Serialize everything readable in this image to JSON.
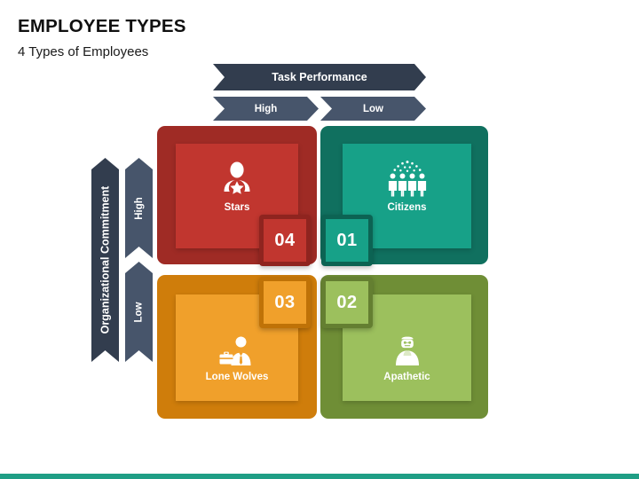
{
  "slide": {
    "title": "EMPLOYEE TYPES",
    "subtitle": "4 Types of Employees",
    "accent_bar_color": "#1f9e85"
  },
  "axes": {
    "horizontal": {
      "title": "Task Performance",
      "title_color": "#323d4e",
      "levels": [
        {
          "label": "High",
          "color": "#47556b"
        },
        {
          "label": "Low",
          "color": "#47556b"
        }
      ]
    },
    "vertical": {
      "title": "Organizational Commitment",
      "title_color": "#323d4e",
      "levels": [
        {
          "label": "High",
          "color": "#47556b"
        },
        {
          "label": "Low",
          "color": "#47556b"
        }
      ]
    }
  },
  "matrix": {
    "quadrants": [
      {
        "key": "stars",
        "label": "Stars",
        "number": "04",
        "icon": "person-star-icon",
        "outer_color": "#9f2b25",
        "inner_color": "#c1362f",
        "commitment": "High",
        "performance": "High"
      },
      {
        "key": "citizens",
        "label": "Citizens",
        "number": "01",
        "icon": "people-group-icon",
        "outer_color": "#10705f",
        "inner_color": "#17a188",
        "commitment": "High",
        "performance": "Low"
      },
      {
        "key": "lone-wolves",
        "label": "Lone Wolves",
        "number": "03",
        "icon": "businessman-briefcase-icon",
        "outer_color": "#cf7d0b",
        "inner_color": "#f0a02b",
        "commitment": "Low",
        "performance": "High"
      },
      {
        "key": "apathetic",
        "label": "Apathetic",
        "number": "02",
        "icon": "bored-person-icon",
        "outer_color": "#6f8e36",
        "inner_color": "#9cc05d",
        "commitment": "Low",
        "performance": "Low"
      }
    ]
  }
}
